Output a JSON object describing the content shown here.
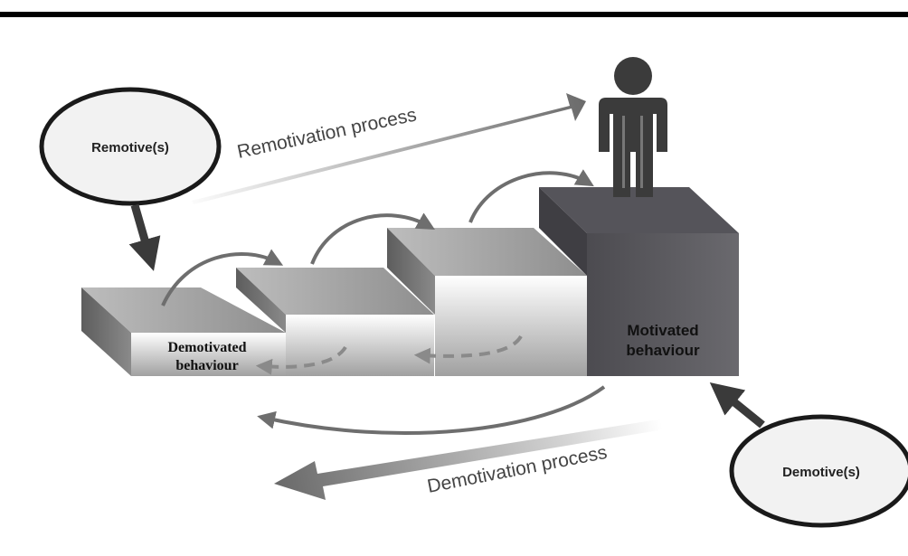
{
  "labels": {
    "remotive": "Remotive(s)",
    "demotive": "Demotive(s)",
    "remotivation_process": "Remotivation process",
    "demotivation_process": "Demotivation process",
    "demotivated_line1": "Demotivated",
    "demotivated_line2": "behaviour",
    "motivated_line1": "Motivated",
    "motivated_line2": "behaviour"
  },
  "colors": {
    "top_rule": "#000000",
    "step_top": "#a6a6a6",
    "step_side": "#6f6f6f",
    "step_front_light": "#e8e8e8",
    "step_front_dark": "#9a9a9a",
    "motivated_front": "#57565b",
    "motivated_top": "#4a494e",
    "arrow_gray": "#6e6e6e",
    "person": "#3b3b3b"
  },
  "icons": [
    "person-icon",
    "remotive-ellipse",
    "demotive-ellipse"
  ]
}
